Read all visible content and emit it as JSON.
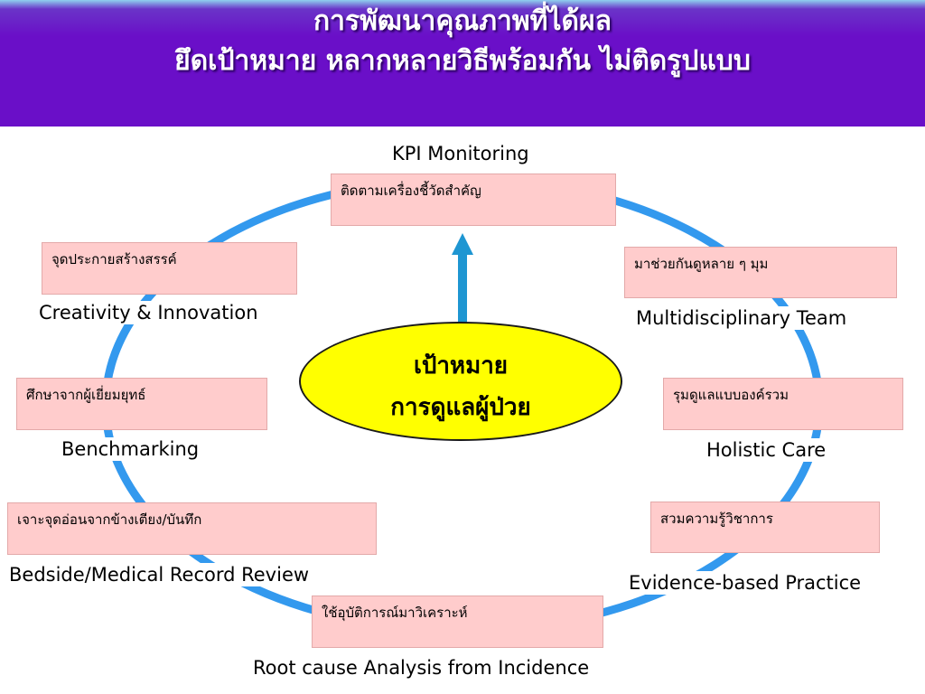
{
  "title": {
    "line1": "การพัฒนาคุณภาพที่ได้ผล",
    "line2": "ยึดเป้าหมาย หลากหลายวิธีพร้อมกัน ไม่ติดรูปแบบ"
  },
  "center": {
    "line1": "เป้าหมาย",
    "line2": "การดูแลผู้ป่วย"
  },
  "kpi_label": "KPI Monitoring",
  "nodes": {
    "kpi": {
      "thai": "ติดตามเครื่องชี้วัดสำคัญ"
    },
    "creativity": {
      "thai": "จุดประกายสร้างสรรค์",
      "english": "Creativity & Innovation"
    },
    "multidisciplinary": {
      "thai": "มาช่วยกันดูหลาย ๆ มุม",
      "english": "Multidisciplinary Team"
    },
    "benchmarking": {
      "thai": "ศึกษาจากผู้เยี่ยมยุทธ์",
      "english": "Benchmarking"
    },
    "holistic": {
      "thai": "รุมดูแลแบบองค์รวม",
      "english": "Holistic Care"
    },
    "bedside": {
      "thai": "เจาะจุดอ่อนจากข้างเตียง/บันทึก",
      "english": "Bedside/Medical Record Review"
    },
    "evidence": {
      "thai": "สวมความรู้วิชาการ",
      "english": "Evidence-based Practice"
    },
    "rootcause": {
      "thai": "ใช้อุบัติการณ์มาวิเคราะห์",
      "english": "Root cause Analysis from Incidence"
    }
  },
  "colors": {
    "header": "#6a0fc8",
    "ring": "#3399ee",
    "arrow": "#1e96d2",
    "box_fill": "#ffcccc",
    "center_fill": "#ffff00"
  }
}
